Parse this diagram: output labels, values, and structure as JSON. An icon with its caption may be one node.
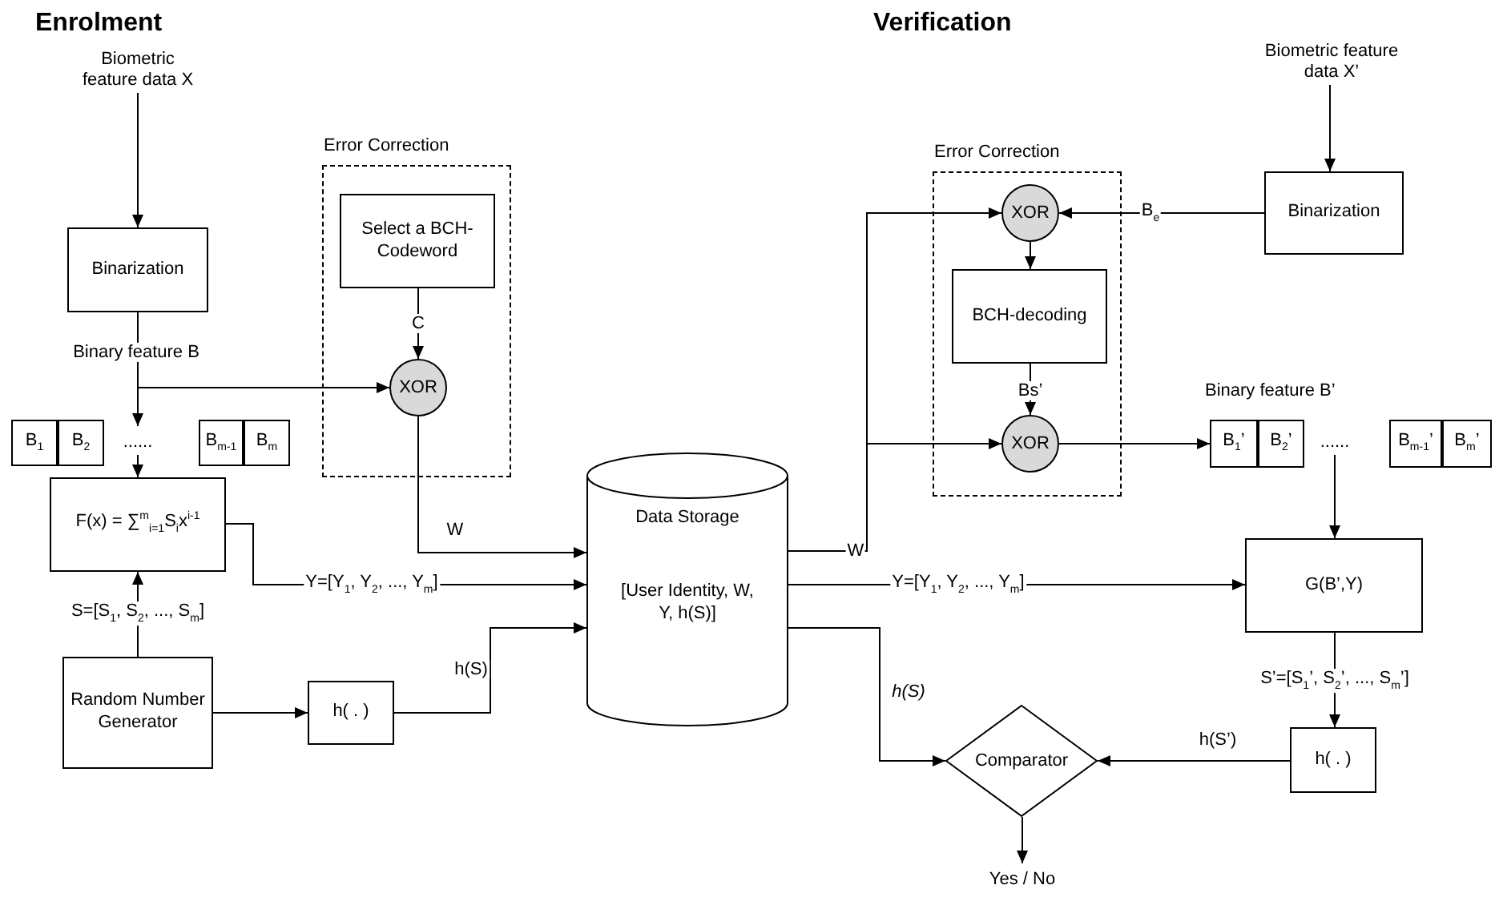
{
  "diagram": {
    "nodes": [
      {
        "text": [
          "Biometric feature data X"
        ]
      },
      {
        "text": [
          "Binarization"
        ]
      },
      {
        "text": [
          "Error Correction"
        ]
      },
      {
        "text": [
          "Select a BCH-Codeword"
        ],
        "in": 2
      },
      {
        "text": [
          "XOR"
        ],
        "in": 2
      },
      {
        "text": [
          "B$_{1}$"
        ]
      },
      {
        "text": [
          "B$_{2}$"
        ]
      },
      {
        "text": [
          "B$_{m-1}$"
        ]
      },
      {
        "text": [
          "B$_{m}$"
        ]
      },
      {
        "text": [
          "......"
        ]
      },
      {
        "text": [
          "F(x) = ∑$^{m}$$_{i=1}$S$_{i}$x$^{i-1}$"
        ]
      },
      {
        "text": [
          "Random Number Generator"
        ]
      },
      {
        "text": [
          "h( . )"
        ]
      },
      {
        "text": [
          "Data Storage",
          "[User Identity, W, Y, h(S)]"
        ]
      },
      {
        "text": [
          "Biometric feature data X’"
        ]
      },
      {
        "text": [
          "Binarization"
        ]
      },
      {
        "text": [
          "Error Correction"
        ]
      },
      {
        "text": [
          "XOR"
        ],
        "in": 16
      },
      {
        "text": [
          "BCH-decoding"
        ],
        "in": 16
      },
      {
        "text": [
          "XOR"
        ],
        "in": 16
      },
      {
        "text": [
          "B$_{1}$’"
        ]
      },
      {
        "text": [
          "B$_{2}$’"
        ]
      },
      {
        "text": [
          "B$_{m-1}$’"
        ]
      },
      {
        "text": [
          "B$_{m}$’"
        ]
      },
      {
        "text": [
          "......"
        ]
      },
      {
        "text": [
          "G(B’,Y)"
        ]
      },
      {
        "text": [
          "h( . )"
        ]
      },
      {
        "text": [
          "Comparator"
        ]
      },
      {
        "text": [
          "Yes / No"
        ]
      }
    ],
    "edges": [
      {
        "from": 0,
        "to": 1,
        "arrow": "to"
      },
      {
        "from": 1,
        "to": 4,
        "arrow": "to"
      },
      {
        "from": 1,
        "to": 9,
        "arrow": "to",
        "label": "Binary feature B"
      },
      {
        "from": 3,
        "to": 4,
        "arrow": "to",
        "label": "C"
      },
      {
        "from": 4,
        "to": 13,
        "arrow": "to",
        "label": "W"
      },
      {
        "from": 9,
        "to": 10,
        "arrow": "to"
      },
      {
        "from": 11,
        "to": 10,
        "arrow": "to",
        "label": "S=[S$_{1}$, S$_{2}$, ..., S$_{m}$]"
      },
      {
        "from": 10,
        "to": 13,
        "arrow": "to",
        "label": "Y=[Y$_{1}$, Y$_{2}$, ..., Y$_{m}$]"
      },
      {
        "from": 11,
        "to": 12,
        "arrow": "to"
      },
      {
        "from": 12,
        "to": 13,
        "arrow": "to",
        "label": "h(S)"
      },
      {
        "from": 14,
        "to": 15,
        "arrow": "to"
      },
      {
        "from": 15,
        "to": 17,
        "arrow": "to",
        "label": "B$_{e}$"
      },
      {
        "from": 13,
        "to": 17,
        "arrow": "to",
        "label": "W"
      },
      {
        "from": 13,
        "to": 19,
        "arrow": "to"
      },
      {
        "from": 17,
        "to": 18,
        "arrow": "to"
      },
      {
        "from": 18,
        "to": 19,
        "arrow": "to",
        "label": "Bs’"
      },
      {
        "from": 19,
        "to": 20,
        "arrow": "to"
      },
      {
        "from": 24,
        "to": 25,
        "arrow": "to"
      },
      {
        "from": 13,
        "to": 25,
        "arrow": "to",
        "label": "Y=[Y$_{1}$, Y$_{2}$, ..., Y$_{m}$]"
      },
      {
        "from": 25,
        "to": 26,
        "arrow": "to",
        "label": "S’=[S$_{1}$’, S$_{2}$’, ..., S$_{m}$’]"
      },
      {
        "from": 26,
        "to": 27,
        "arrow": "to",
        "label": "h(S’)"
      },
      {
        "from": 13,
        "to": 27,
        "arrow": "to",
        "label": "h(S)"
      },
      {
        "from": 27,
        "to": 28,
        "arrow": "to"
      }
    ],
    "labels": [
      "Enrolment",
      "Verification",
      "Binary feature B’"
    ]
  }
}
